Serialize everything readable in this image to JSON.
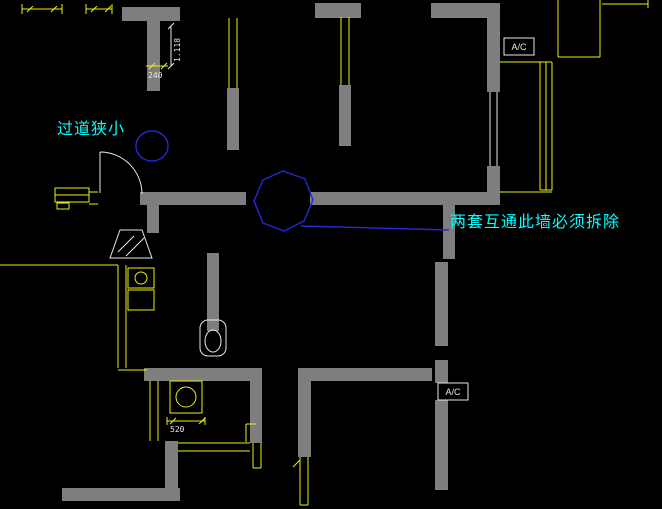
{
  "colors": {
    "background": "#000000",
    "wall_fill": "#7e7e7e",
    "line_yellow": "#f0f00a",
    "line_white": "#e8e8e8",
    "annotation_cyan": "#00ffff",
    "markup_blue": "#2727d8"
  },
  "annotations": {
    "corridor_note": "过道狭小",
    "demolish_note": "两套互通此墙必须拆除"
  },
  "labels": {
    "ac_top": "A/C",
    "ac_bottom": "A/C"
  },
  "dimensions": {
    "dim_height": "1.118",
    "dim_240": "240",
    "dim_520": "520"
  }
}
